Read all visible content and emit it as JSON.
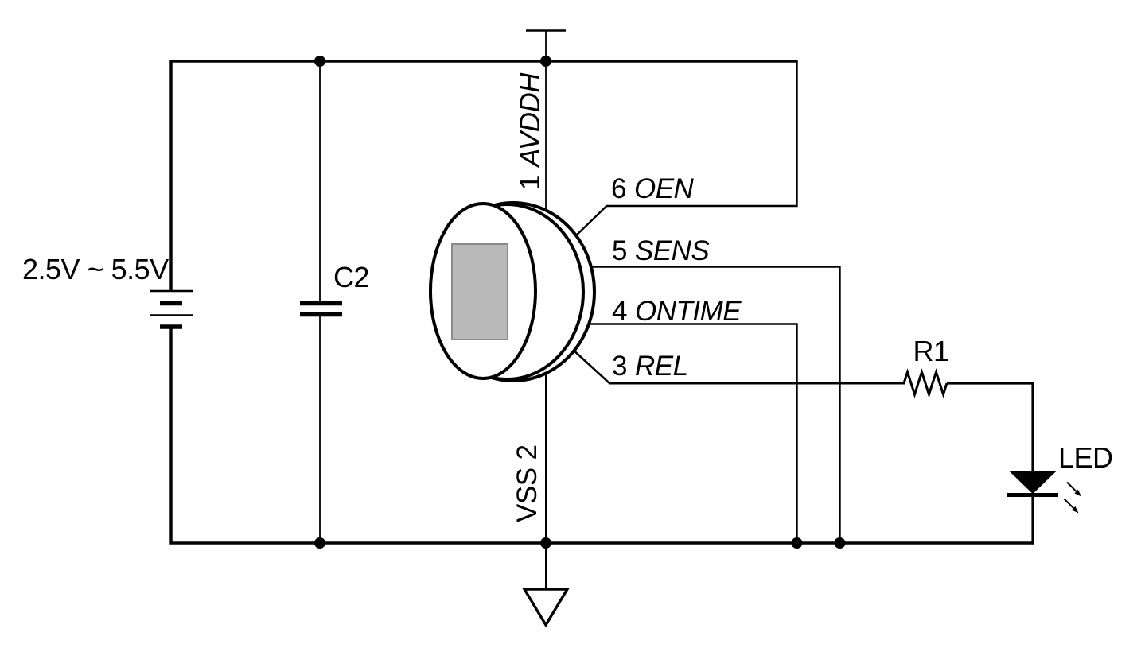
{
  "circuit": {
    "colors": {
      "line": "#000000",
      "background": "#ffffff",
      "sensor_window": "#b9b9b9"
    },
    "power_supply": {
      "label": "2.5V ~ 5.5V"
    },
    "capacitor": {
      "label": "C2"
    },
    "resistor": {
      "label": "R1"
    },
    "led": {
      "label": "LED"
    },
    "sensor": {
      "pins": {
        "avddh": {
          "number": "1",
          "name": "AVDDH"
        },
        "oen": {
          "number": "6",
          "name": "OEN"
        },
        "sens": {
          "number": "5",
          "name": "SENS"
        },
        "ontime": {
          "number": "4",
          "name": "ONTIME"
        },
        "rel": {
          "number": "3",
          "name": "REL"
        },
        "vss": {
          "number": "2",
          "name": "VSS"
        }
      }
    }
  }
}
